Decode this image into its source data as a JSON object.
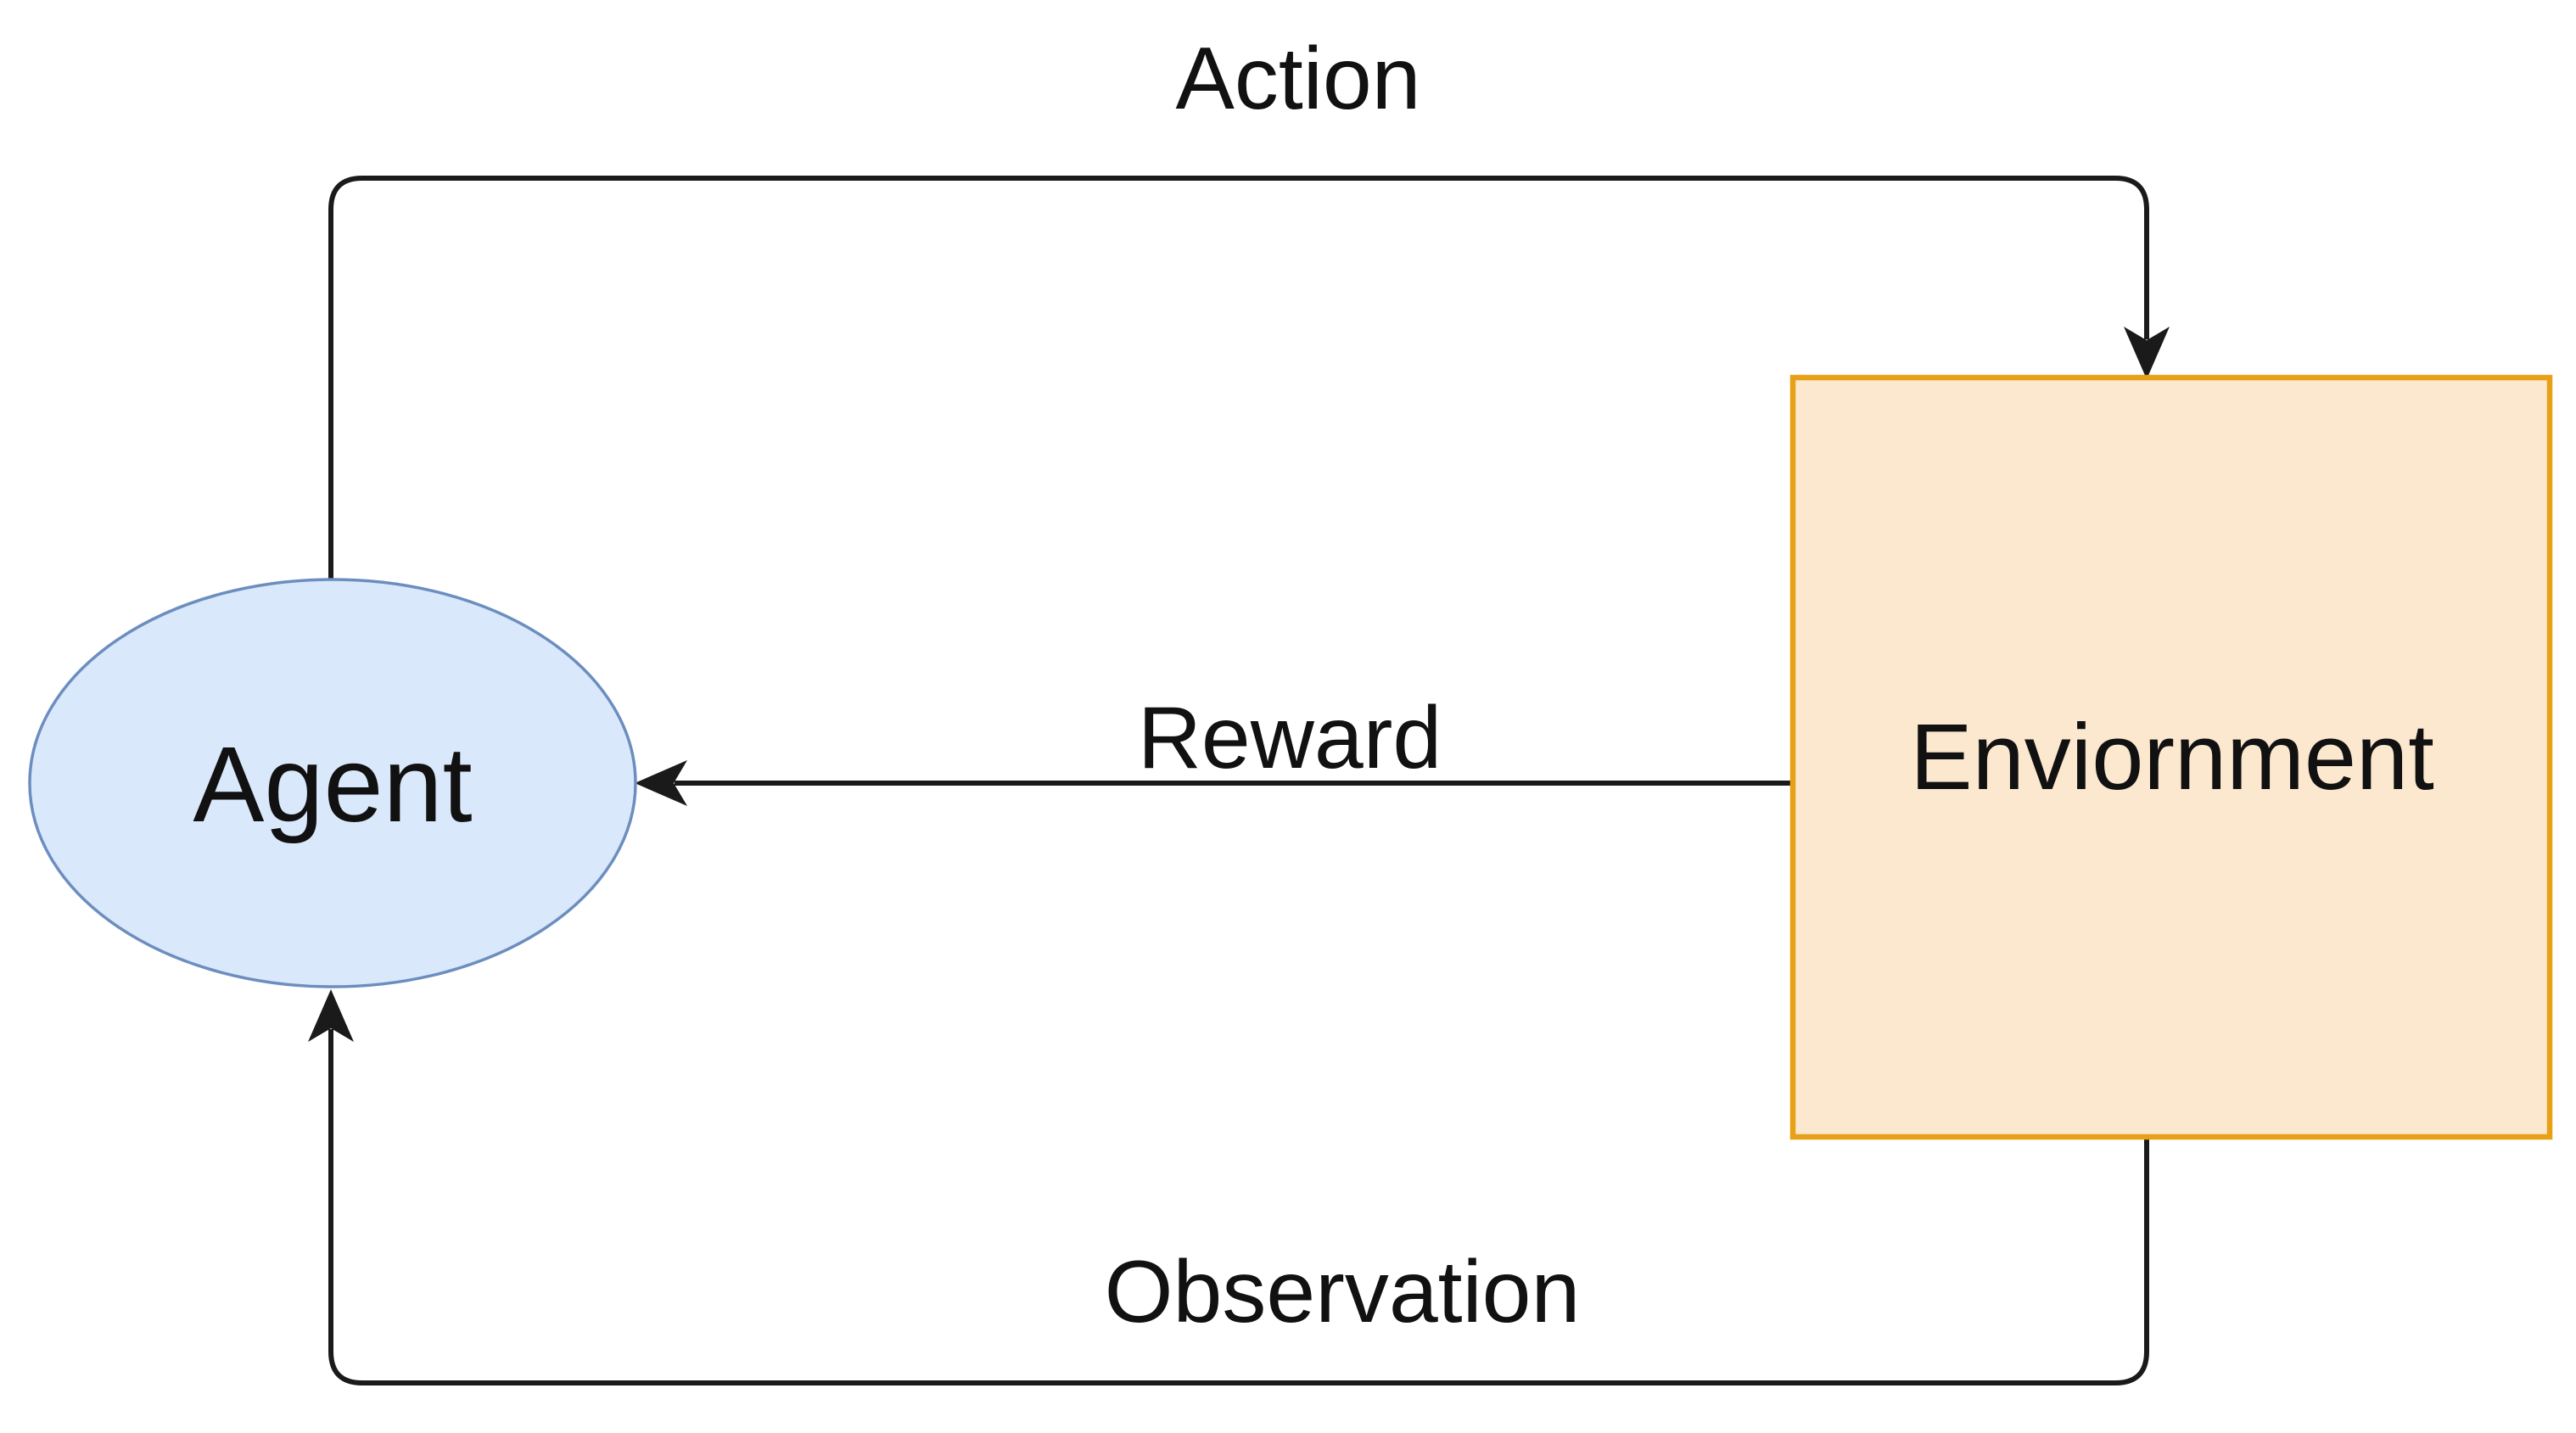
{
  "diagram": {
    "type": "flow-loop",
    "nodes": {
      "agent": {
        "label": "Agent",
        "shape": "ellipse",
        "fill": "#DAE8FC",
        "stroke": "#6C8EBF"
      },
      "environment": {
        "label": "Enviornment",
        "shape": "rectangle",
        "fill": "#FCE7CF",
        "stroke": "#E8A117"
      }
    },
    "edges": {
      "action": {
        "label": "Action",
        "from": "Agent",
        "to": "Enviornment",
        "arrow_direction": "into-environment-top"
      },
      "reward": {
        "label": "Reward",
        "from": "Enviornment",
        "to": "Agent",
        "arrow_direction": "into-agent-right"
      },
      "observation": {
        "label": "Observation",
        "from": "Enviornment",
        "to": "Agent",
        "arrow_direction": "into-agent-bottom"
      }
    },
    "colors": {
      "background": "#FFFFFF",
      "edge_stroke": "#1A1A1A",
      "label_text": "#111111"
    }
  }
}
